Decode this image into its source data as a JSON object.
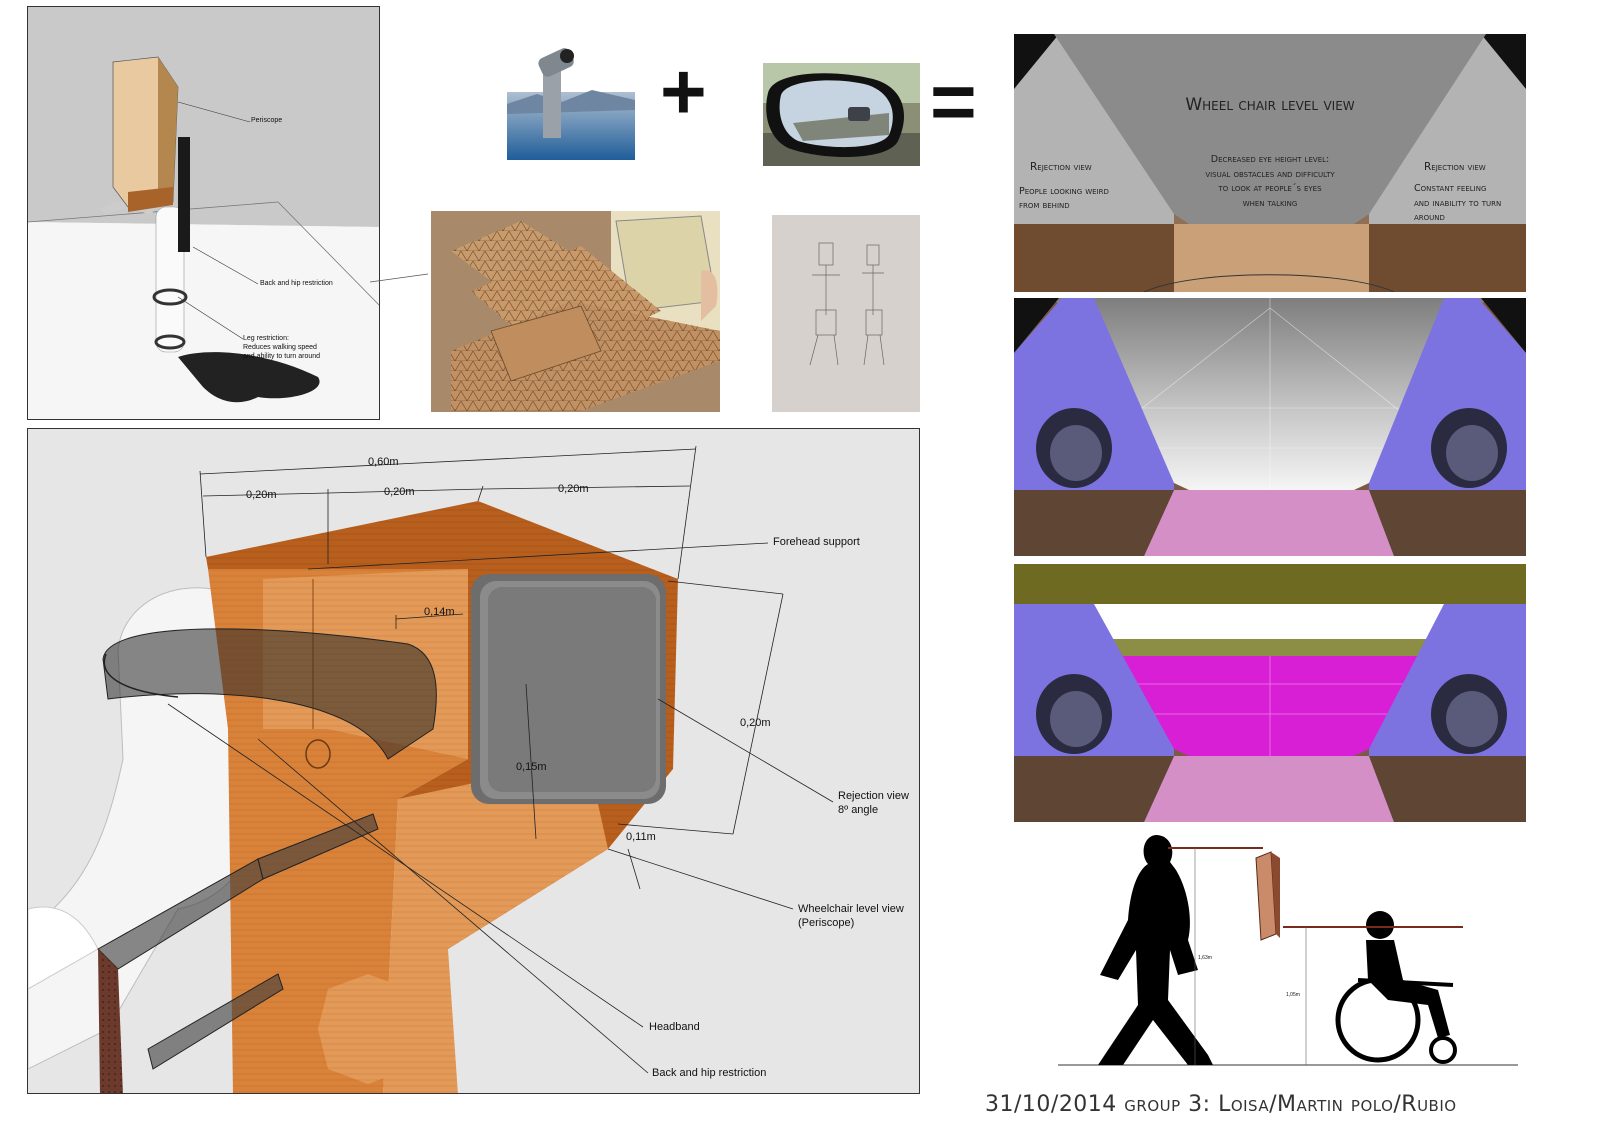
{
  "topleft": {
    "labels": {
      "periscope": "Periscope",
      "back_hip": "Back and hip restriction",
      "leg_restriction_1": "Leg restriction:",
      "leg_restriction_2": "Reduces walking speed",
      "leg_restriction_3": "and ability to turn around"
    }
  },
  "equation": {
    "plus": "+",
    "equals": "="
  },
  "main_drawing": {
    "dimensions": {
      "overall_width": "0,60m",
      "w1": "0,20m",
      "w2": "0,20m",
      "w3": "0,20m",
      "depth": "0,14m",
      "height": "0,20m",
      "mirror": "0,15m",
      "bottom": "0,11m"
    },
    "callouts": {
      "forehead": "Forehead support",
      "rejection_1": "Rejection view",
      "rejection_2": "8º angle",
      "wheelchair_1": "Wheelchair level view",
      "wheelchair_2": "(Periscope)",
      "headband": "Headband",
      "back_hip": "Back and hip restriction"
    }
  },
  "view_panel": {
    "title": "Wheel chair level view",
    "center_1": "Decreased eye height level:",
    "center_2": "visual obstacles and difficulty",
    "center_3": "to look at people´s eyes",
    "center_4": "when talking",
    "left_title": "Rejection view",
    "left_1": "People looking weird",
    "left_2": "from behind",
    "right_title": "Rejection view",
    "right_1": "Constant feeling",
    "right_2": "and inability to turn",
    "right_3": "around"
  },
  "heights": {
    "standing": "1,63m",
    "seated": "1,05m"
  },
  "footer": "31/10/2014 group 3: Loisa/Martin polo/Rubio"
}
